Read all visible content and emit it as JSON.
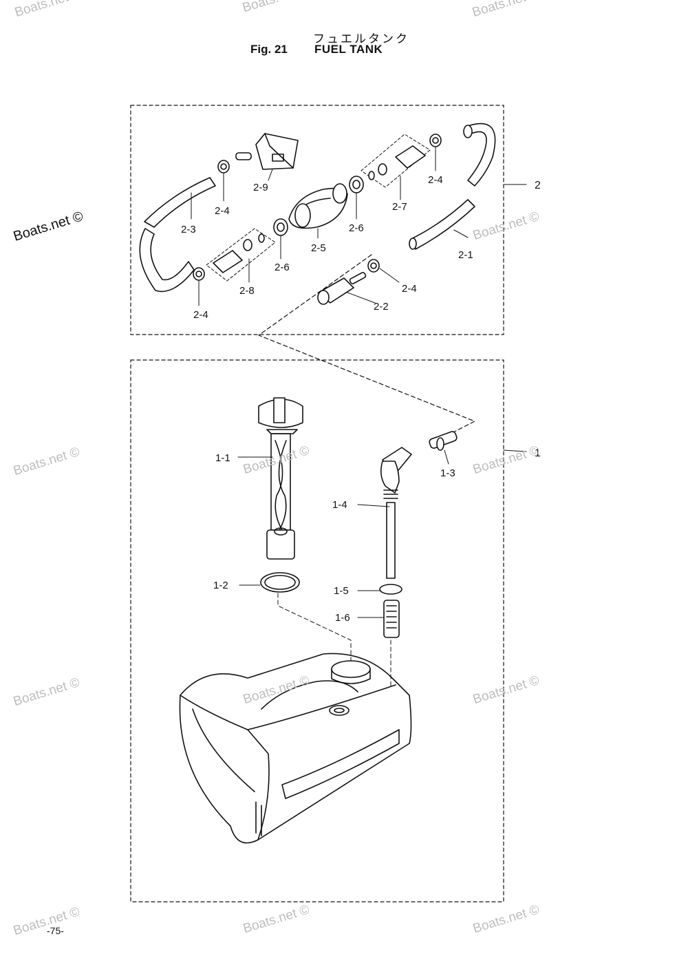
{
  "header": {
    "japanese_title": "フュエルタンク",
    "figure_number": "Fig. 21",
    "title": "FUEL TANK"
  },
  "footer": {
    "page_number": "-75-"
  },
  "watermarks": {
    "primary": "Boats.net ©",
    "faint": "Boats.net ©",
    "top_fragment": "Boats."
  },
  "callouts": {
    "assembly_2": "2",
    "assembly_1": "1",
    "c2_1": "2-1",
    "c2_2": "2-2",
    "c2_3": "2-3",
    "c2_4a": "2-4",
    "c2_4b": "2-4",
    "c2_4c": "2-4",
    "c2_4d": "2-4",
    "c2_5": "2-5",
    "c2_6a": "2-6",
    "c2_6b": "2-6",
    "c2_7": "2-7",
    "c2_8": "2-8",
    "c2_9": "2-9",
    "c1_1": "1-1",
    "c1_2": "1-2",
    "c1_3": "1-3",
    "c1_4": "1-4",
    "c1_5": "1-5",
    "c1_6": "1-6"
  }
}
